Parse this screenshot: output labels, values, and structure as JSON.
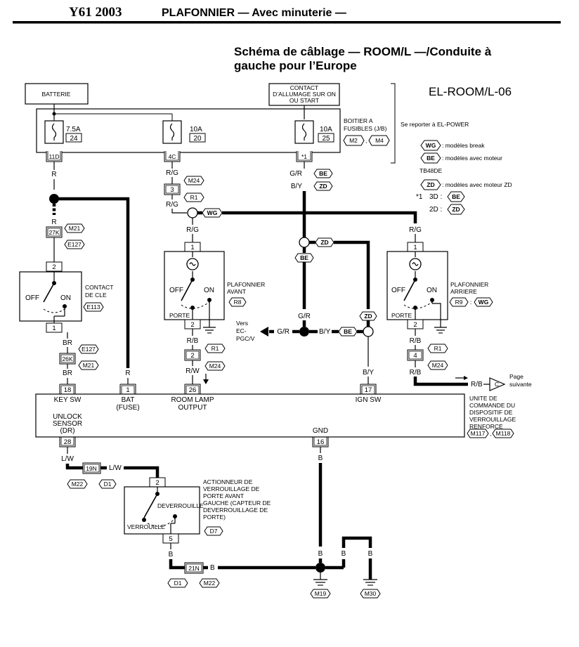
{
  "header": {
    "model": "Y61 2003",
    "title": "PLAFONNIER — Avec minuterie —"
  },
  "diagram": {
    "title_line1": "Schéma de câblage — ROOM/L —/Conduite à",
    "title_line2": "gauche pour l’Europe",
    "code": "EL-ROOM/L-06"
  },
  "legend": {
    "ref_power": "Se reporter à EL-POWER",
    "wg_badge": "WG",
    "wg_text": ": modèles break",
    "be_badge": "BE",
    "be_text": ": modèles avec moteur",
    "engine": "TB48DE",
    "zd_badge": "ZD",
    "zd_text": ": modèles avec moteur ZD",
    "star1": "*1",
    "d3": "3D :",
    "d3_badge": "BE",
    "d2": "2D :",
    "d2_badge": "ZD"
  },
  "components": {
    "battery": "BATTERIE",
    "ign1": "CONTACT",
    "ign2": "D’ALLUMAGE SUR ON",
    "ign3": "OU START",
    "jb1": "BOITIER A",
    "jb2": "FUSIBLES (J/B)",
    "jb_c1": "M2",
    "jb_c2": "M4",
    "fuse1_amp": "7.5A",
    "fuse1_no": "24",
    "fuse1_conn": "11D",
    "fuse2_amp": "10A",
    "fuse2_no": "20",
    "fuse2_conn": "4C",
    "fuse3_amp": "10A",
    "fuse3_no": "25",
    "fuse3_conn": "*1",
    "key1": "CONTACT",
    "key2": "DE CLE",
    "key_conn": "E113",
    "key_off": "OFF",
    "key_on": "ON",
    "front1": "PLAFONNIER",
    "front2": "AVANT",
    "front_conn": "R8",
    "rear1": "PLAFONNIER",
    "rear2": "ARRIERE",
    "rear_conn": "R9",
    "rear_wg": "WG",
    "lamp_off": "OFF",
    "lamp_on": "ON",
    "porte": "PORTE",
    "vers1": "Vers",
    "vers2": "EC-",
    "vers3": "PGC/V",
    "page1": "Page",
    "page2": "suivante",
    "page_letter": "C",
    "unit1": "UNITE DE",
    "unit2": "COMMANDE DU",
    "unit3": "DISPOSITIF DE",
    "unit4": "VERROUILLAGE",
    "unit5": "RENFORCE",
    "unit_c1": "M117",
    "unit_c2": "M118",
    "act1": "ACTIONNEUR DE",
    "act2": "VERROUILLAGE DE",
    "act3": "PORTE AVANT",
    "act4": "GAUCHE (CAPTEUR DE",
    "act5": "DEVERROUILLAGE DE",
    "act6": "PORTE)",
    "act_conn": "D7",
    "act_dev": "DEVERROUILLE",
    "act_ver": "VERROUILLE"
  },
  "terminals": {
    "key_sw": "KEY SW",
    "key_sw_pin": "18",
    "bat": "BAT",
    "bat2": "(FUSE)",
    "bat_pin": "1",
    "room1": "ROOM LAMP",
    "room2": "OUTPUT",
    "room_pin": "26",
    "ign_sw": "IGN SW",
    "ign_pin": "17",
    "unlock1": "UNLOCK",
    "unlock2": "SENSOR",
    "unlock3": "(DR)",
    "unlock_pin": "28",
    "gnd": "GND",
    "gnd_pin": "16"
  },
  "wires": {
    "r": "R",
    "rg": "R/G",
    "gr": "G/R",
    "by": "B/Y",
    "br": "BR",
    "rb": "R/B",
    "rw": "R/W",
    "lw": "L/W",
    "b": "B"
  },
  "connectors": {
    "c27k": "27K",
    "m21": "M21",
    "e127": "E127",
    "c26k": "26K",
    "c3": "3",
    "m24": "M24",
    "r1": "R1",
    "c2": "2",
    "c4": "4",
    "c19n": "19N",
    "m22": "M22",
    "d1": "D1",
    "c21n": "21N",
    "m19": "M19",
    "m30": "M30",
    "p1": "1",
    "p2": "2",
    "p5": "5"
  }
}
